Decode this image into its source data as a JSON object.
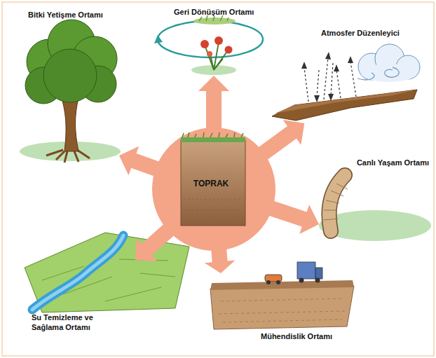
{
  "diagram": {
    "nodes": [
      {
        "text": [
          "Bitki Yetişme Ortamı"
        ]
      },
      {
        "text": [
          "Geri Dönüşüm Ortamı"
        ]
      },
      {
        "text": [
          "Atmosfer Düzenleyici"
        ]
      },
      {
        "text": [
          "TOPRAK"
        ]
      },
      {
        "text": [
          "Canlı Yaşam Ortamı"
        ]
      },
      {
        "text": [
          "Su Temizleme ve Sağlama Ortamı"
        ]
      },
      {
        "text": [
          "Mühendislik Ortamı"
        ]
      }
    ],
    "edges": [
      {
        "from": 3,
        "to": 0,
        "arrow": "to"
      },
      {
        "from": 3,
        "to": 1,
        "arrow": "to"
      },
      {
        "from": 3,
        "to": 2,
        "arrow": "to"
      },
      {
        "from": 3,
        "to": 4,
        "arrow": "to"
      },
      {
        "from": 3,
        "to": 5,
        "arrow": "to"
      },
      {
        "from": 3,
        "to": 6,
        "arrow": "to"
      }
    ]
  }
}
